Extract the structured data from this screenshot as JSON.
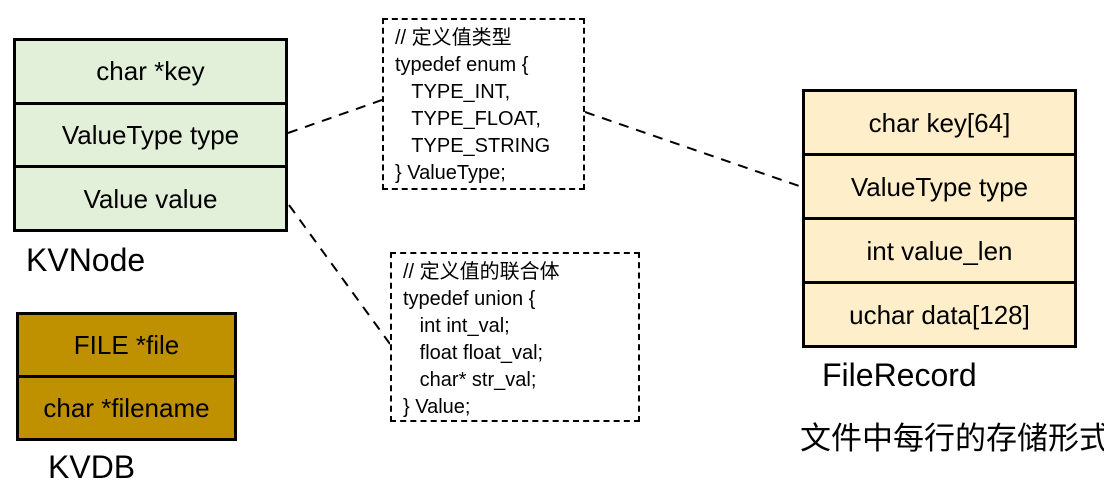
{
  "kvnode": {
    "label": "KVNode",
    "fields": [
      "char *key",
      "ValueType type",
      "Value value"
    ]
  },
  "kvdb": {
    "label": "KVDB",
    "fields": [
      "FILE *file",
      "char *filename"
    ]
  },
  "filerecord": {
    "label": "FileRecord",
    "fields": [
      "char key[64]",
      "ValueType type",
      "int value_len",
      "uchar data[128]"
    ]
  },
  "enum_code": {
    "lines": [
      "// 定义值类型",
      "typedef enum {",
      "   TYPE_INT,",
      "   TYPE_FLOAT,",
      "   TYPE_STRING",
      "} ValueType;"
    ]
  },
  "union_code": {
    "lines": [
      "// 定义值的联合体",
      "typedef union {",
      "   int int_val;",
      "   float float_val;",
      "   char* str_val;",
      "} Value;"
    ]
  },
  "caption": "文件中每行的存储形式",
  "colors": {
    "kvnode_fill": "#e2efd9",
    "kvdb_fill": "#bf9000",
    "filerecord_fill": "#ffeeca",
    "border": "#000000",
    "connector": "#000000"
  }
}
